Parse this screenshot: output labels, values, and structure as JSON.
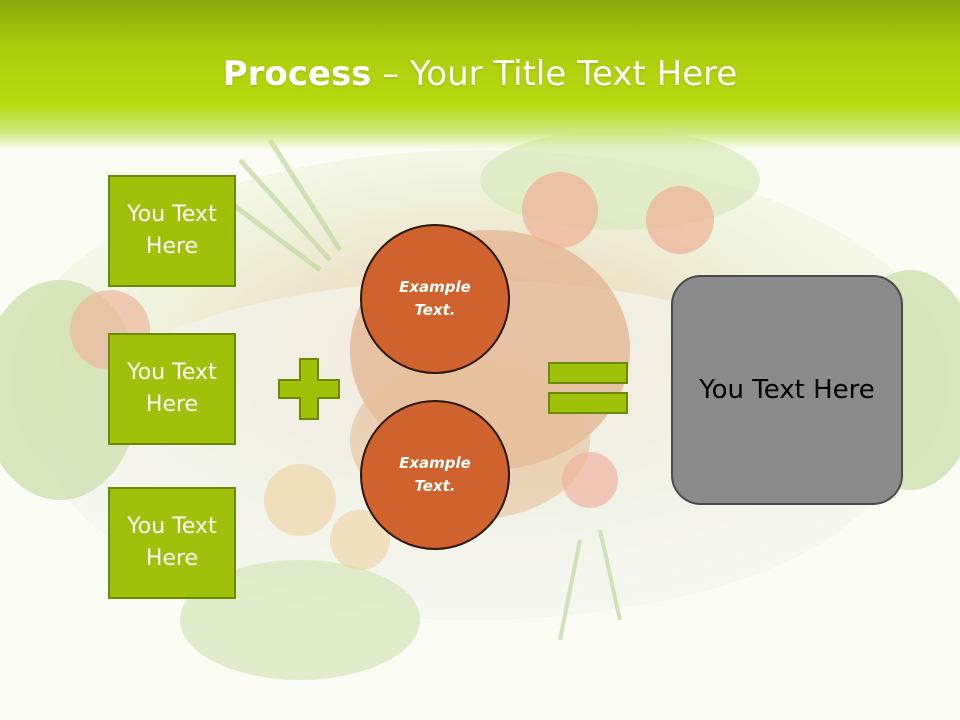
{
  "slide": {
    "title_bold": "Process",
    "title_rest": " – Your Title Text Here",
    "left_boxes": [
      {
        "label": "You Text Here"
      },
      {
        "label": "You Text Here"
      },
      {
        "label": "You Text Here"
      }
    ],
    "circles": [
      {
        "label": "Example Text."
      },
      {
        "label": "Example Text."
      }
    ],
    "result_label": "You Text Here"
  },
  "colors": {
    "header_green": "#a9cc0c",
    "box_green": "#9fc10a",
    "circle_orange": "#d0622e",
    "result_gray": "#8b8b8b"
  },
  "icons": [
    "plus-icon",
    "equals-icon"
  ]
}
